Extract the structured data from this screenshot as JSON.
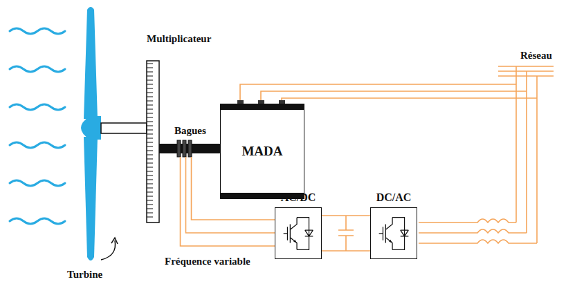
{
  "diagram": {
    "nodes": [
      {
        "text": [
          "MADA"
        ]
      },
      {
        "text": [
          "AC/DC"
        ]
      },
      {
        "text": [
          "DC/AC"
        ]
      }
    ],
    "edges": [
      {
        "from": 0,
        "to": 1,
        "arrow": "none"
      },
      {
        "from": 1,
        "to": 2,
        "arrow": "none"
      }
    ],
    "labels": [
      "Multiplicateur",
      "Bagues",
      "Réseau",
      "Turbine",
      "Fréquence variable"
    ]
  }
}
